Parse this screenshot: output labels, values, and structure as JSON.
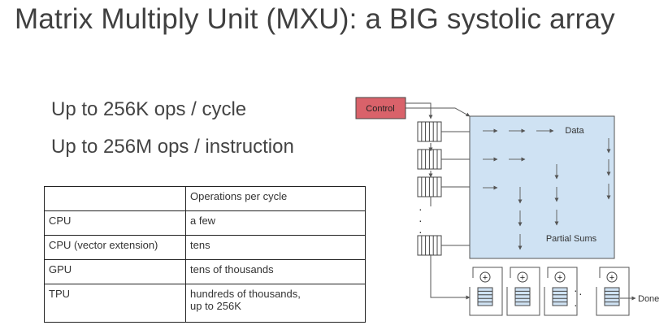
{
  "slide": {
    "title": "Matrix Multiply Unit (MXU): a BIG systolic array",
    "stats": [
      "Up to 256K ops / cycle",
      "Up to 256M ops / instruction"
    ]
  },
  "table": {
    "header": [
      "",
      "Operations per cycle"
    ],
    "rows": [
      {
        "name": "CPU",
        "ops": "a few"
      },
      {
        "name": "CPU (vector extension)",
        "ops": "tens"
      },
      {
        "name": "GPU",
        "ops": "tens of thousands"
      },
      {
        "name": "TPU",
        "ops_line1": "hundreds of thousands,",
        "ops_line2": "up to 256K"
      }
    ]
  },
  "diagram": {
    "control_label": "Control",
    "data_label": "Data",
    "partial_sums_label": "Partial Sums",
    "done_label": "Done",
    "adder_symbol": "+",
    "ellipsis": "·",
    "colors": {
      "control_fill": "#d9626a",
      "array_fill": "#cfe2f3",
      "stroke": "#555555"
    }
  }
}
